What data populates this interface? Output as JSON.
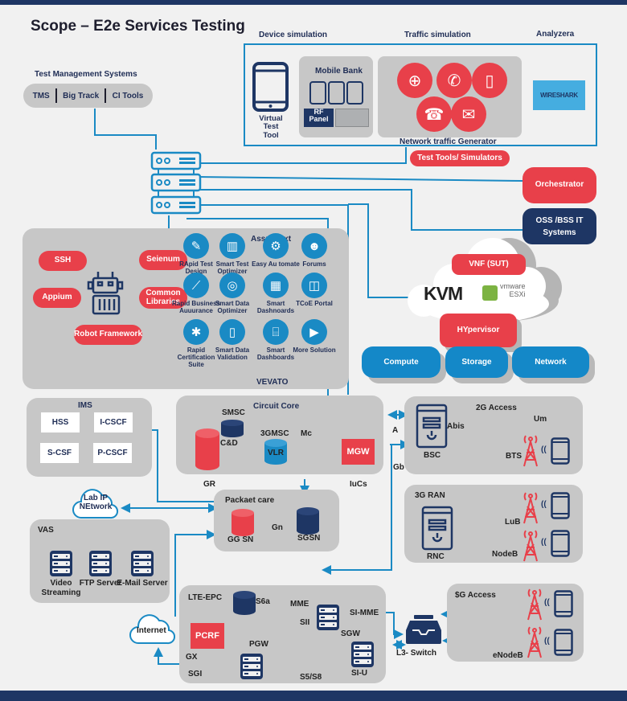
{
  "title": "Scope – E2e Services Testing",
  "colors": {
    "navy": "#1e3664",
    "red": "#e8404a",
    "blue": "#1a8ac4",
    "panel": "#c7c7c7",
    "background": "#f1f1f1"
  },
  "test_management": {
    "heading": "Test Management Systems",
    "items": [
      "TMS",
      "Big Track",
      "CI Tools"
    ]
  },
  "test_tools": {
    "section_labels": {
      "device": "Device simulation",
      "traffic": "Traffic simulation",
      "analyzer": "Analyzera"
    },
    "virtual_test_tool": "Virtual Test Tool",
    "mobile_bank": "Mobile Bank",
    "rf_panel": "RF Panel",
    "traffic_icons": [
      "globe-icon",
      "phone-call-icon",
      "tablet-icon",
      "fax-icon",
      "mail-icon"
    ],
    "network_traffic_generator": "Network traffic Generator",
    "analyzer_logo": "WIRESHARK",
    "badge": "Test Tools/ Simulators"
  },
  "right_boxes": {
    "orchestrator": "Orchestrator",
    "oss_bss_1": "OSS /BSS IT",
    "oss_bss_2": "Systems"
  },
  "cloud": {
    "vnf": "VNF (SUT)",
    "kvm": "KVM",
    "vmware": "vmware",
    "esxi": "ESXi",
    "hypervisor": "HYpervisor",
    "infra": [
      "Compute",
      "Storage",
      "Network"
    ]
  },
  "frameworks": {
    "pills": [
      "SSH",
      "Appium",
      "Robot Framework",
      "Seienum",
      "Common Libraries"
    ],
    "assurenxt_title": "AssureNxt",
    "vevato_title": "VEVATO",
    "tools": [
      {
        "label": "RApid Test Design",
        "icon": "pencil-ruler-icon"
      },
      {
        "label": "Smart Test Optimizer",
        "icon": "bar-chart-icon"
      },
      {
        "label": "Easy Au tomate",
        "icon": "gears-icon"
      },
      {
        "label": "Forums",
        "icon": "people-icon"
      },
      {
        "label": "Rapid Business Auuurance",
        "icon": "line-chart-icon"
      },
      {
        "label": "Smart Data Optimizer",
        "icon": "target-icon"
      },
      {
        "label": "Smart Dashnoards",
        "icon": "calculator-icon"
      },
      {
        "label": "TCoE Portal",
        "icon": "layout-icon"
      },
      {
        "label": "Rapid Certification Suite",
        "icon": "network-icon"
      },
      {
        "label": "Smart Data Validation",
        "icon": "tablet-icon"
      },
      {
        "label": "Smart Dashboards",
        "icon": "frame-icon"
      },
      {
        "label": "More Solution",
        "icon": "play-icon"
      }
    ]
  },
  "ims": {
    "title": "IMS",
    "nodes": [
      "HSS",
      "I-CSCF",
      "S-CSF",
      "P-CSCF"
    ]
  },
  "circuit_core": {
    "title": "Circuit Core",
    "smsc": "SMSC",
    "cd": "C&D",
    "msc": "3GMSC",
    "mc": "Mc",
    "vlr": "VLR",
    "mgw": "MGW",
    "gr": "GR",
    "iucs": "IuCs",
    "a": "A",
    "gb": "Gb"
  },
  "access_2g": {
    "title": "2G Access",
    "abis": "Abis",
    "um": "Um",
    "bsc": "BSC",
    "bts": "BTS"
  },
  "ran_3g": {
    "title": "3G RAN",
    "rnc": "RNC",
    "lub": "LuB",
    "nodeb": "NodeB"
  },
  "lab_ip": "Lab IP NEtwork",
  "vas": {
    "title": "VAS",
    "servers": [
      "Video Streaming",
      "FTP Server",
      "E-Mail Server"
    ]
  },
  "packet_core": {
    "title": "Packaet care",
    "ggsn": "GG SN",
    "gn": "Gn",
    "sgsn": "SGSN"
  },
  "internet": "Internet",
  "lte_epc": {
    "title": "LTE-EPC",
    "s6a": "S6a",
    "mme": "MME",
    "sii": "SII",
    "si_mme": "SI-MME",
    "sgw": "SGW",
    "pcrf": "PCRF",
    "pgw": "PGW",
    "gx": "GX",
    "sgi": "SGI",
    "s5s8": "S5/S8",
    "si_u": "SI-U"
  },
  "l3_switch": "L3- Switch",
  "access_4g": {
    "title": "$G Access",
    "enodeb": "eNodeB"
  }
}
